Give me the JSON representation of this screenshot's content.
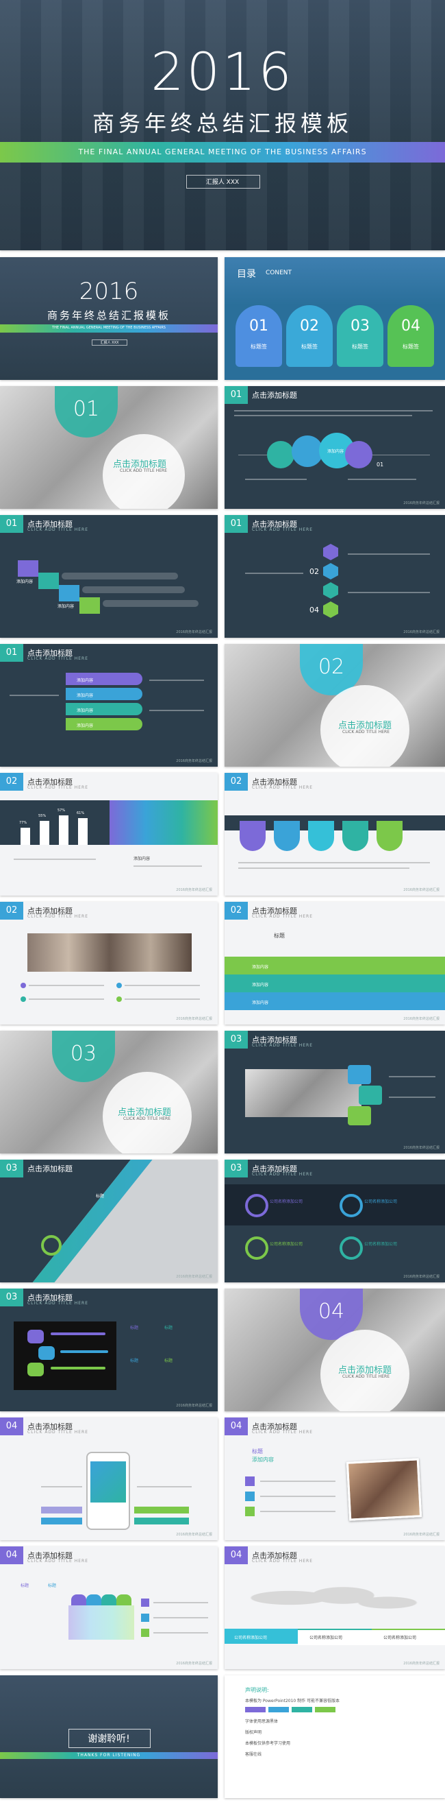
{
  "cover": {
    "year": "2016",
    "title": "商务年终总结汇报模板",
    "subtitle": "THE FINAL ANNUAL GENERAL MEETING OF THE BUSINESS AFFAIRS",
    "reporter": "汇报人 XXX"
  },
  "toc": {
    "label": "目录",
    "label_en": "CONENT",
    "items": [
      {
        "num": "01",
        "text": "标题签",
        "color": "#4e8fe0"
      },
      {
        "num": "02",
        "text": "标题签",
        "color": "#3aa9d8"
      },
      {
        "num": "03",
        "text": "标题签",
        "color": "#35b9b0"
      },
      {
        "num": "04",
        "text": "标题签",
        "color": "#56c255"
      }
    ]
  },
  "common": {
    "slide_title": "点击添加标题",
    "slide_subtitle": "CLICK ADD TITLE HERE",
    "footer": "2016商务年终总结汇报",
    "content": "添加内容",
    "label": "标题",
    "label2": "添加内容"
  },
  "sections": {
    "s1": "01",
    "s2": "02",
    "s3": "03",
    "s4": "04"
  },
  "chart_percents": [
    "77%",
    "55%",
    "57%",
    "61%"
  ],
  "company_box": "公司名称添加公司",
  "ending": {
    "thanks": "谢谢聆听!",
    "thanks_en": "THANKS FOR LISTENING",
    "statement_title": "声明说明:",
    "statement_lines": [
      "本模板为 PowerPoint2010 制作 可能不兼容低版本",
      "字体使用思源黑体",
      "版权声明",
      "本模板仅供参考学习使用",
      "客服在线"
    ]
  },
  "colors": {
    "dark": "#2c3e4c",
    "teal": "#2fb3a3",
    "purple": "#7c6ad8",
    "blue": "#3aa3d8",
    "green": "#7cc84a"
  }
}
